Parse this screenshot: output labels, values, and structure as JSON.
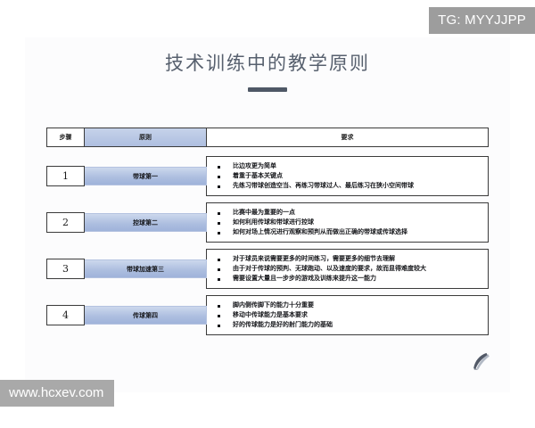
{
  "watermarks": {
    "tg": "TG: MYYJJPP",
    "url": "www.hcxev.com"
  },
  "slide": {
    "title": "技术训练中的教学原则",
    "table": {
      "headers": {
        "step": "步骤",
        "principle": "原则",
        "requirement": "要求"
      },
      "rows": [
        {
          "number": "1",
          "principle": "带球第一",
          "requirements": [
            "比边攻更为简单",
            "着重于基本关键点",
            "先练习带球创造空当、再练习带球过人、最后练习在狭小空间带球"
          ]
        },
        {
          "number": "2",
          "principle": "控球第二",
          "requirements": [
            "比赛中最为重要的一点",
            "如何利用传球和带球进行控球",
            "如何对场上情况进行观察和预判从而做出正确的带球或传球选择"
          ]
        },
        {
          "number": "3",
          "principle": "带球加速第三",
          "requirements": [
            "对于球员来说需要更多的时间练习，需要更多的细节去理解",
            "由于对于传球的预判、无球跑动、以及速度的要求，故而显得难度较大",
            "需要设置大量且一步步的游戏及训练来提升这一能力"
          ]
        },
        {
          "number": "4",
          "principle": "传球第四",
          "requirements": [
            "脚内侧传脚下的能力十分重要",
            "移动中传球能力是基本要求",
            "好的传球能力是好的射门能力的基础"
          ]
        }
      ]
    },
    "logo": "feather-logo"
  },
  "colors": {
    "accent_blue": "#aebfe0",
    "title_gray": "#57606e",
    "watermark_gray": "#9d9d9d",
    "border_dark": "#3b3b3b"
  }
}
